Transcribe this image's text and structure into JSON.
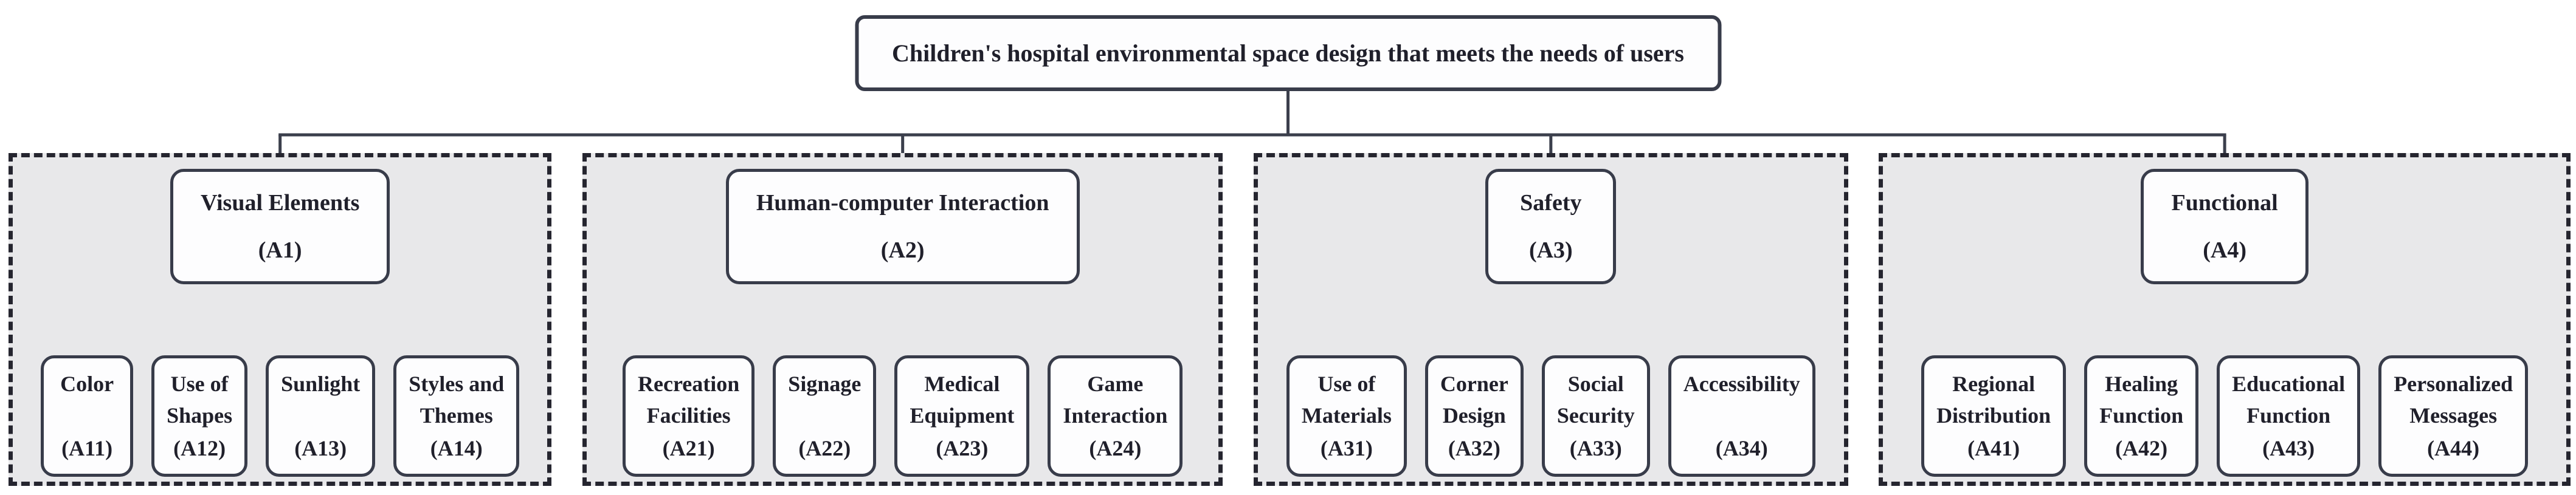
{
  "diagram": {
    "root": {
      "label": "Children's hospital environmental space design that meets the needs of users"
    },
    "groups": [
      {
        "label": "Visual Elements",
        "code": "(A1)",
        "children": [
          {
            "label": "Color",
            "code": "(A11)"
          },
          {
            "label": "Use of\nShapes",
            "code": "(A12)"
          },
          {
            "label": "Sunlight",
            "code": "(A13)"
          },
          {
            "label": "Styles and\nThemes",
            "code": "(A14)"
          }
        ]
      },
      {
        "label": "Human-computer Interaction",
        "code": "(A2)",
        "children": [
          {
            "label": "Recreation\nFacilities",
            "code": "(A21)"
          },
          {
            "label": "Signage",
            "code": "(A22)"
          },
          {
            "label": "Medical\nEquipment",
            "code": "(A23)"
          },
          {
            "label": "Game\nInteraction",
            "code": "(A24)"
          }
        ]
      },
      {
        "label": "Safety",
        "code": "(A3)",
        "children": [
          {
            "label": "Use of\nMaterials",
            "code": "(A31)"
          },
          {
            "label": "Corner\nDesign",
            "code": "(A32)"
          },
          {
            "label": "Social\nSecurity",
            "code": "(A33)"
          },
          {
            "label": "Accessibility",
            "code": "(A34)"
          }
        ]
      },
      {
        "label": "Functional",
        "code": "(A4)",
        "children": [
          {
            "label": "Regional\nDistribution",
            "code": "(A41)"
          },
          {
            "label": "Healing\nFunction",
            "code": "(A42)"
          },
          {
            "label": "Educational\nFunction",
            "code": "(A43)"
          },
          {
            "label": "Personalized\nMessages",
            "code": "(A44)"
          }
        ]
      }
    ],
    "colors": {
      "line": "#3b3f4c",
      "box_border": "#383c4a",
      "box_fill": "#fdfdfe",
      "group_fill": "#e8e8ea",
      "group_border": "#25252f",
      "text": "#20202b"
    }
  }
}
